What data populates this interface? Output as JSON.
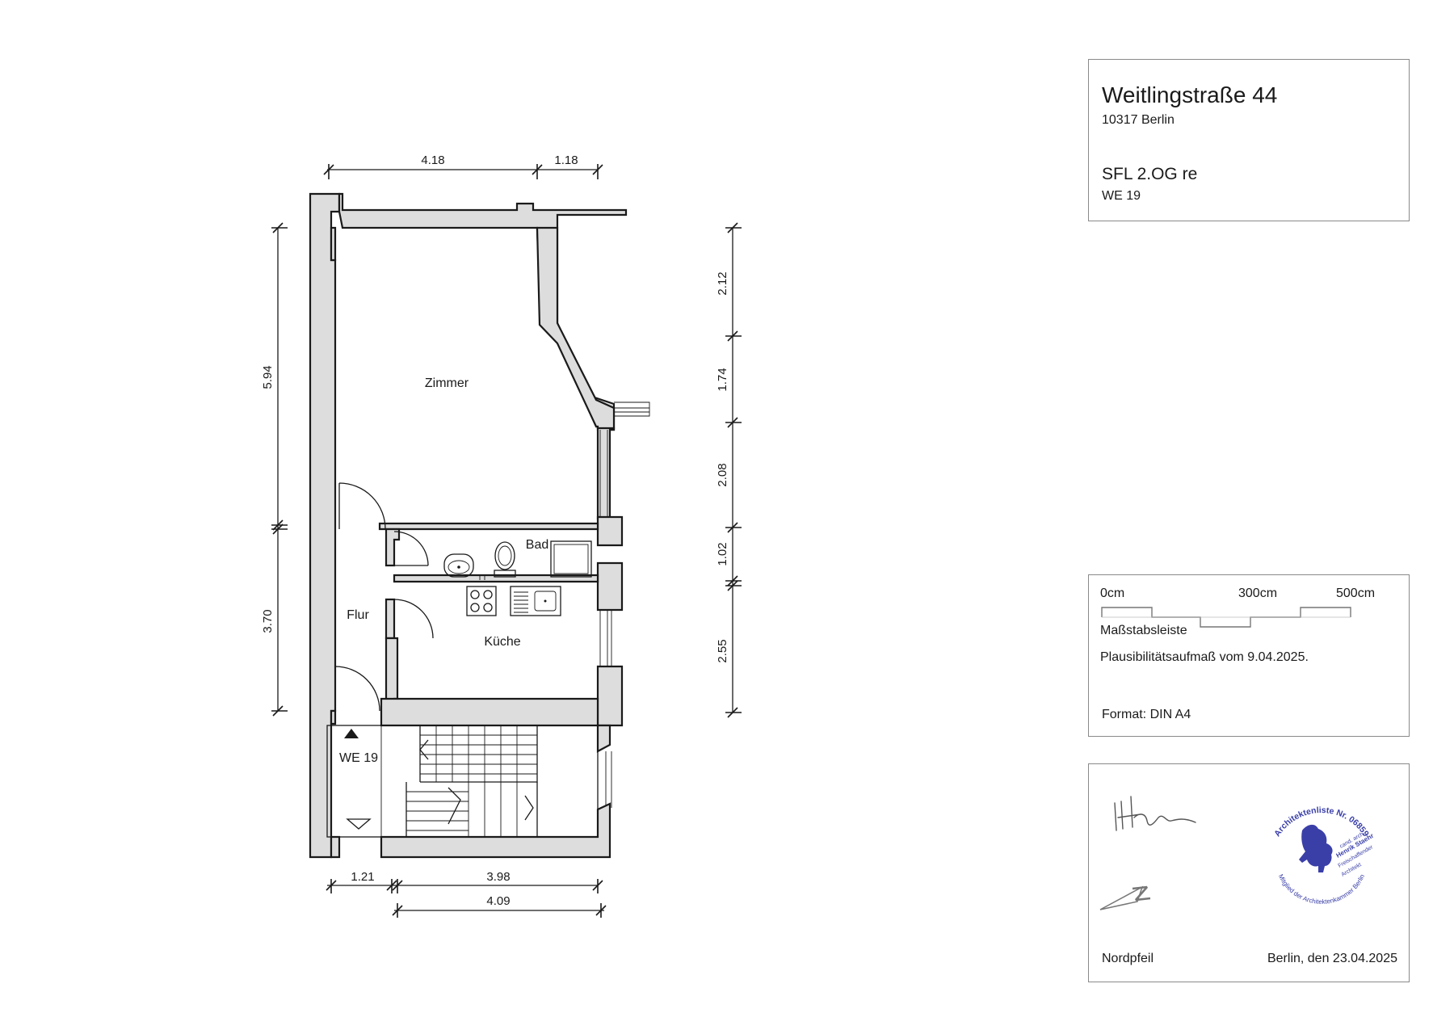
{
  "title_block": {
    "street": "Weitlingstraße 44",
    "city": "10317 Berlin",
    "plan": "SFL 2.OG re",
    "unit": "WE 19"
  },
  "scale_block": {
    "tick_0": "0cm",
    "tick_300": "300cm",
    "tick_500": "500cm",
    "scale_label": "Maßstabsleiste",
    "survey_note": "Plausibilitätsaufmaß vom 9.04.2025.",
    "format": "Format: DIN A4"
  },
  "signature_block": {
    "north_label": "Nordpfeil",
    "north_letter": "Z",
    "place_date": "Berlin, den 23.04.2025",
    "stamp_outer": "Architektenliste Nr. 06859",
    "stamp_bottom": "Mitglied der Architektenkammer Berlin",
    "stamp_line1": "cand. arch.",
    "stamp_line2": "Henrik Staehr",
    "stamp_line3": "Freischaffender",
    "stamp_line4": "Architekt",
    "signature_color": "#555555",
    "stamp_color": "#3a3fa8"
  },
  "rooms": {
    "zimmer": "Zimmer",
    "bad": "Bad",
    "flur": "Flur",
    "kueche": "Küche",
    "unit_label": "WE 19"
  },
  "dimensions": {
    "top_left": "4.18",
    "top_right": "1.18",
    "left_upper": "5.94",
    "left_lower": "3.70",
    "right_1": "2.12",
    "right_2": "1.74",
    "right_3": "2.08",
    "right_4": "1.02",
    "right_5": "2.55",
    "bottom_1": "1.21",
    "bottom_2": "3.98",
    "bottom_3": "4.09"
  },
  "colors": {
    "wall_fill": "#dddddd",
    "line": "#1a1a1a",
    "box_border": "#8a8a8a"
  }
}
